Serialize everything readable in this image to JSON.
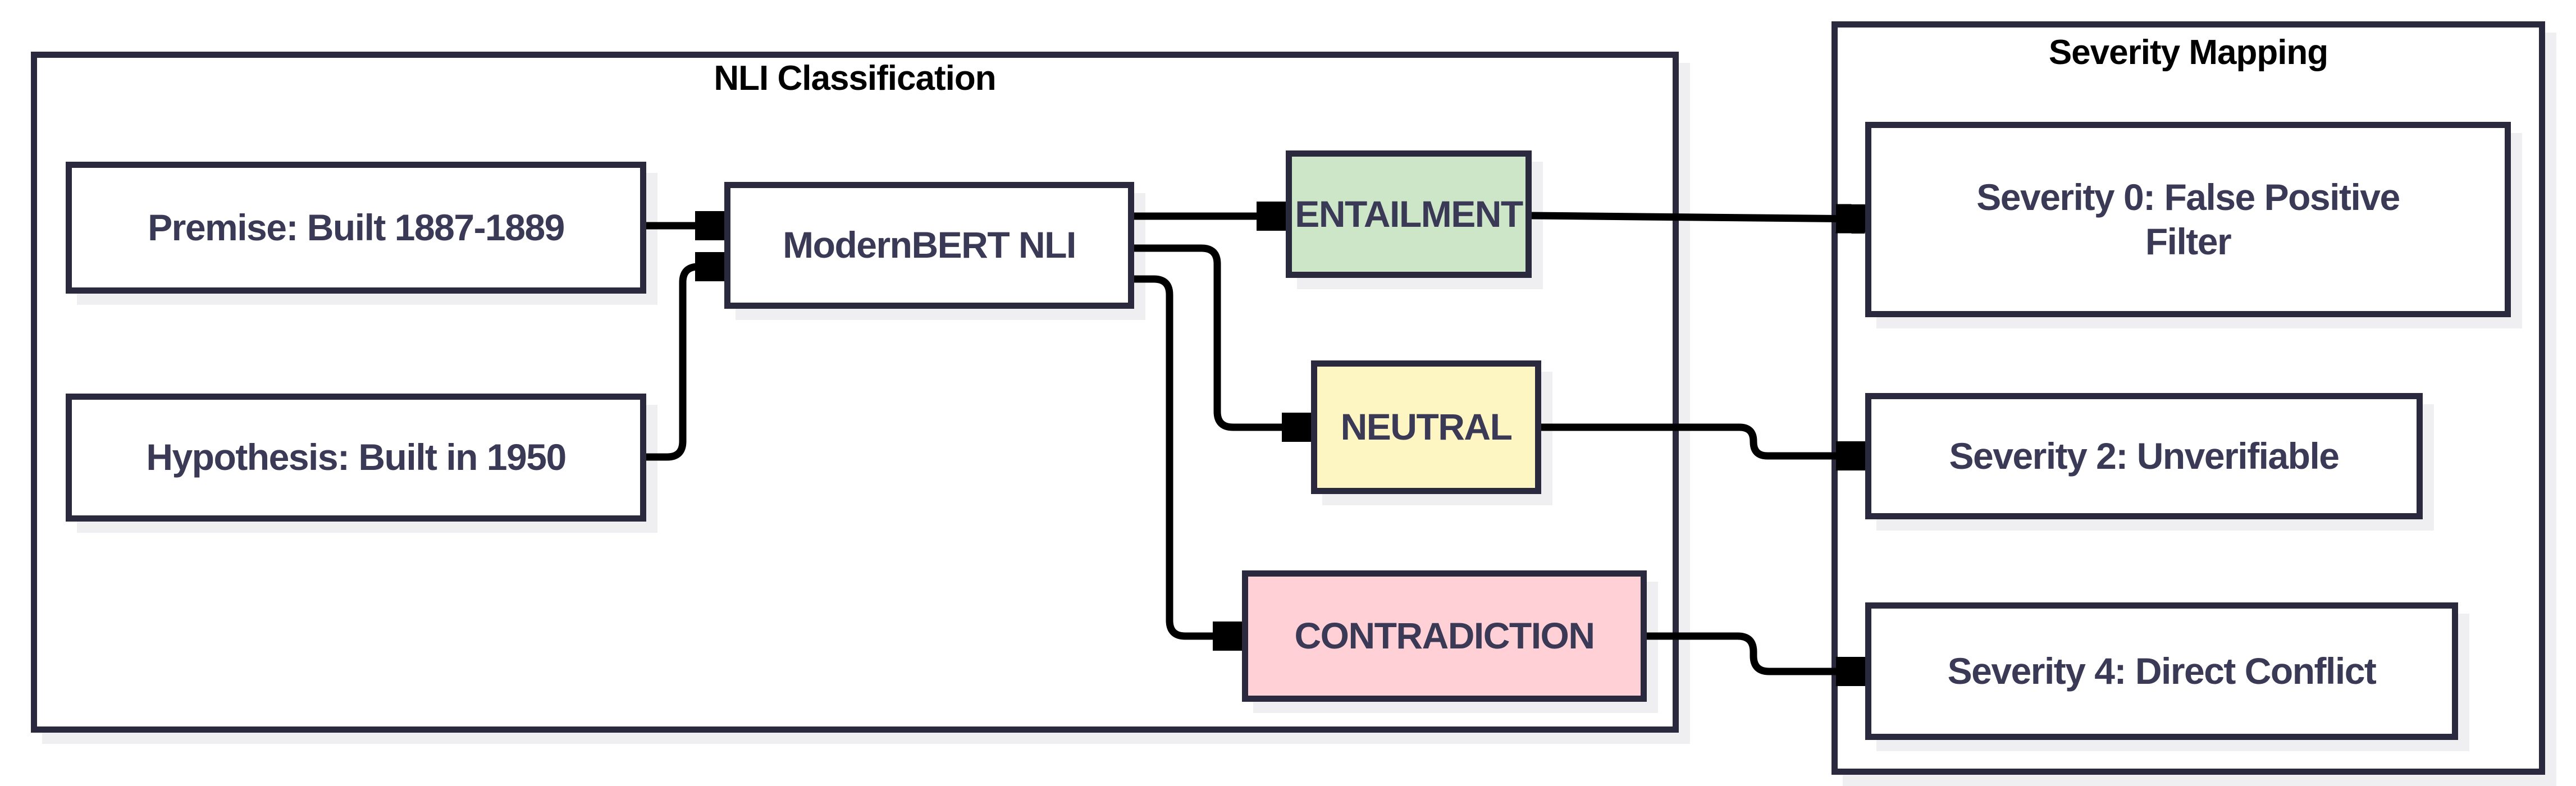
{
  "diagram": {
    "clusters": {
      "nli": {
        "title": "NLI Classification"
      },
      "severity": {
        "title": "Severity Mapping"
      }
    },
    "nodes": {
      "premise": {
        "label": "Premise: Built 1887-1889",
        "fill": "#ffffff"
      },
      "hypothesis": {
        "label": "Hypothesis: Built in 1950",
        "fill": "#ffffff"
      },
      "modernbert": {
        "label": "ModernBERT NLI",
        "fill": "#ffffff"
      },
      "entailment": {
        "label": "ENTAILMENT",
        "fill": "#cde6c8"
      },
      "neutral": {
        "label": "NEUTRAL",
        "fill": "#fdf6c3"
      },
      "contradiction": {
        "label": "CONTRADICTION",
        "fill": "#ffd0d6"
      },
      "severity0": {
        "label": "Severity 0: False Positive Filter",
        "fill": "#ffffff"
      },
      "severity2": {
        "label": "Severity 2: Unverifiable",
        "fill": "#ffffff"
      },
      "severity4": {
        "label": "Severity 4: Direct Conflict",
        "fill": "#ffffff"
      }
    },
    "edges": [
      {
        "from": "premise",
        "to": "modernbert"
      },
      {
        "from": "hypothesis",
        "to": "modernbert"
      },
      {
        "from": "modernbert",
        "to": "entailment"
      },
      {
        "from": "modernbert",
        "to": "neutral"
      },
      {
        "from": "modernbert",
        "to": "contradiction"
      },
      {
        "from": "entailment",
        "to": "severity0"
      },
      {
        "from": "neutral",
        "to": "severity2"
      },
      {
        "from": "contradiction",
        "to": "severity4"
      }
    ],
    "colors": {
      "border": "#2a293e",
      "node_text": "#3a3956",
      "title_text": "#000000",
      "arrow": "#000000",
      "shadow": "#efeff1",
      "entailment_fill": "#cde6c8",
      "neutral_fill": "#fdf6c3",
      "contradiction_fill": "#ffd0d6",
      "background": "#ffffff"
    }
  }
}
